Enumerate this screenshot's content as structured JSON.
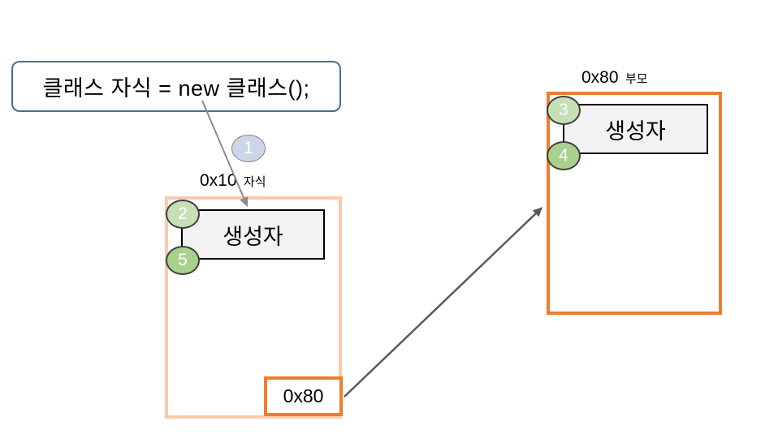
{
  "bubble": {
    "text": "클래스 자식 = new 클래스();"
  },
  "circles": {
    "c1": {
      "label": "1"
    },
    "c2": {
      "label": "2"
    },
    "c3": {
      "label": "3"
    },
    "c4": {
      "label": "4"
    },
    "c5": {
      "label": "5"
    }
  },
  "child": {
    "address": "0x10",
    "name": "자식",
    "constructor": "생성자",
    "pointer": "0x80"
  },
  "parent": {
    "address": "0x80",
    "name": "부모",
    "constructor": "생성자"
  },
  "colors": {
    "bubble_border": "#41719C",
    "child_frame_border": "#F8CBAD",
    "parent_frame_border": "#ED7D31",
    "pointer_box_border": "#ED7D31",
    "constructor_fill": "#F2F2F2",
    "circle_green_light": "#C5E0B4",
    "circle_green": "#A9D18E",
    "circle_blue": "#CCD6EB",
    "arrow_light": "#8C8C8C",
    "arrow_dark": "#595959"
  }
}
